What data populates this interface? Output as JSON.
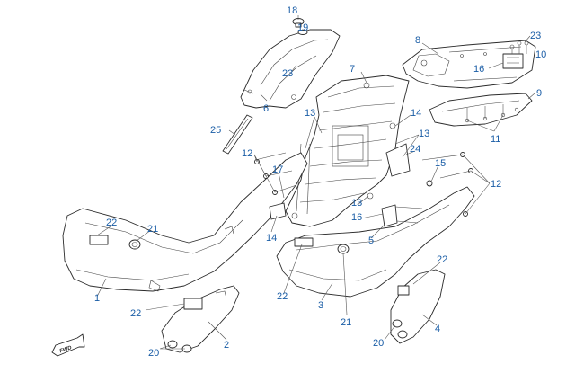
{
  "diagram": {
    "callouts": [
      {
        "id": "c18",
        "label": "18"
      },
      {
        "id": "c19",
        "label": "19"
      },
      {
        "id": "c23a",
        "label": "23"
      },
      {
        "id": "c6",
        "label": "6"
      },
      {
        "id": "c8",
        "label": "8"
      },
      {
        "id": "c23b",
        "label": "23"
      },
      {
        "id": "c10",
        "label": "10"
      },
      {
        "id": "c16a",
        "label": "16"
      },
      {
        "id": "c7",
        "label": "7"
      },
      {
        "id": "c9",
        "label": "9"
      },
      {
        "id": "c13a",
        "label": "13"
      },
      {
        "id": "c14a",
        "label": "14"
      },
      {
        "id": "c11",
        "label": "11"
      },
      {
        "id": "c25",
        "label": "25"
      },
      {
        "id": "c13b",
        "label": "13"
      },
      {
        "id": "c12a",
        "label": "12"
      },
      {
        "id": "c24",
        "label": "24"
      },
      {
        "id": "c17",
        "label": "17"
      },
      {
        "id": "c15",
        "label": "15"
      },
      {
        "id": "c12b",
        "label": "12"
      },
      {
        "id": "c13c",
        "label": "13"
      },
      {
        "id": "c16b",
        "label": "16"
      },
      {
        "id": "c14b",
        "label": "14"
      },
      {
        "id": "c5",
        "label": "5"
      },
      {
        "id": "c22a",
        "label": "22"
      },
      {
        "id": "c21a",
        "label": "21"
      },
      {
        "id": "c22b",
        "label": "22"
      },
      {
        "id": "c1",
        "label": "1"
      },
      {
        "id": "c22c",
        "label": "22"
      },
      {
        "id": "c3",
        "label": "3"
      },
      {
        "id": "c21b",
        "label": "21"
      },
      {
        "id": "c22d",
        "label": "22"
      },
      {
        "id": "c2",
        "label": "2"
      },
      {
        "id": "c20a",
        "label": "20"
      },
      {
        "id": "c4",
        "label": "4"
      },
      {
        "id": "c20b",
        "label": "20"
      }
    ],
    "fwd_label": "FWD",
    "callout_color": "#1a5da6",
    "line_color": "#2b2b2b"
  }
}
